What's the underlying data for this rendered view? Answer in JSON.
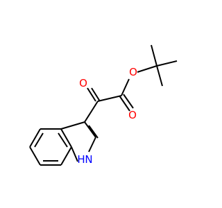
{
  "molecule": {
    "atoms": [
      {
        "id": "carbonyl-oxygen",
        "label": "O",
        "color": "#ff0000"
      },
      {
        "id": "carbonyl-oxygen-2",
        "label": "O",
        "color": "#ff0000"
      },
      {
        "id": "ester-oxygen",
        "label": "O",
        "color": "#ff0000"
      },
      {
        "id": "indole-nitrogen",
        "label": "N",
        "color": "#0000ff"
      },
      {
        "id": "indole-hydrogen",
        "label": "H",
        "color": "#0000ff"
      }
    ],
    "bond_color": "#000000"
  }
}
